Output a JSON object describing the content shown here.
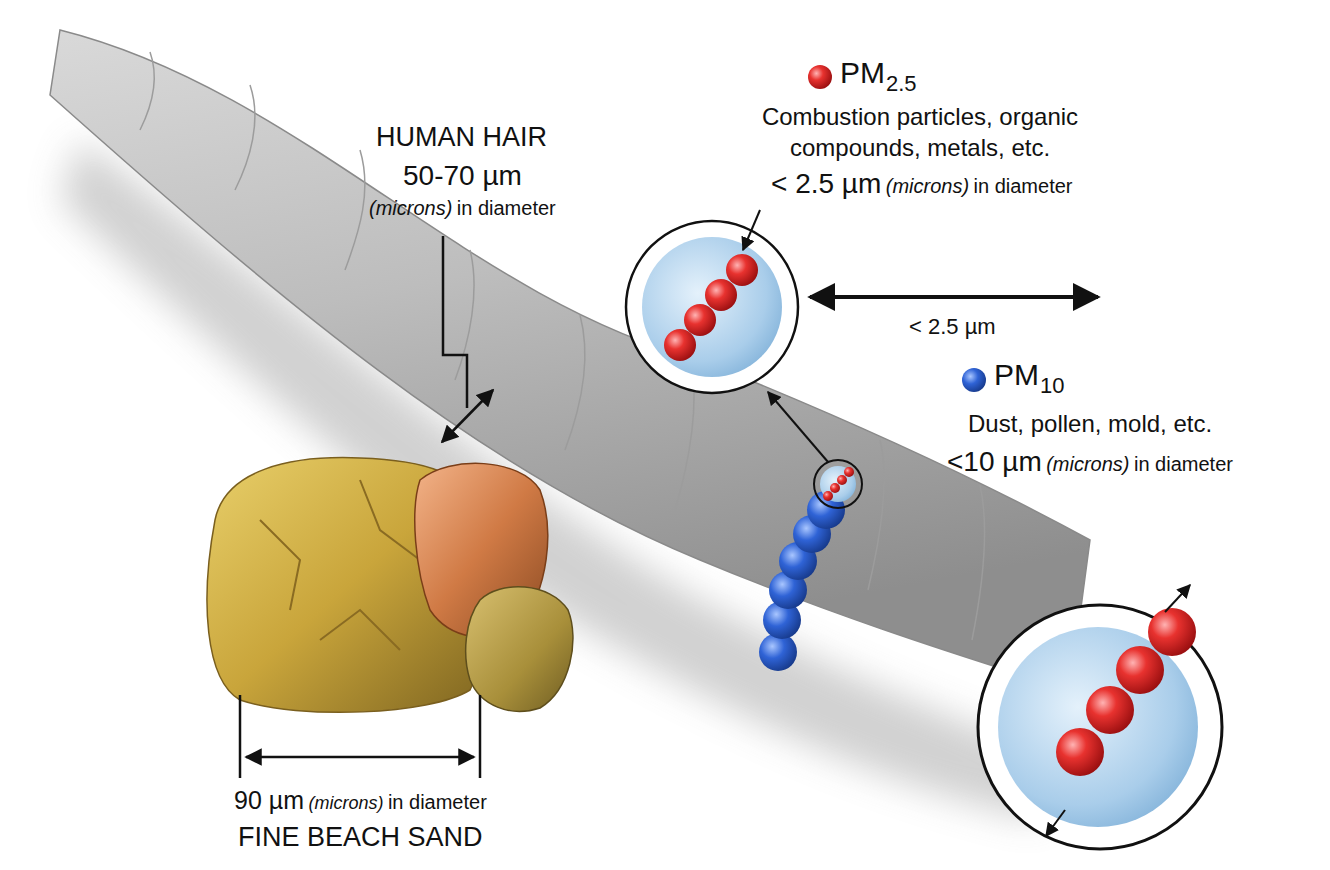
{
  "diagram": {
    "labels": [
      "HUMAN HAIR",
      "50-70 µm",
      "(microns)",
      "in diameter",
      "PM",
      "2.5",
      "Combustion particles, organic compounds, metals, etc.",
      "< 2.5 µm",
      "(microns)",
      "in diameter",
      "< 2.5 µm",
      "PM",
      "10",
      "Dust, pollen, mold, etc.",
      "<10 µm",
      "(microns)",
      "in diameter",
      "90 µm",
      "(microns)",
      "in diameter",
      "FINE BEACH SAND"
    ]
  }
}
